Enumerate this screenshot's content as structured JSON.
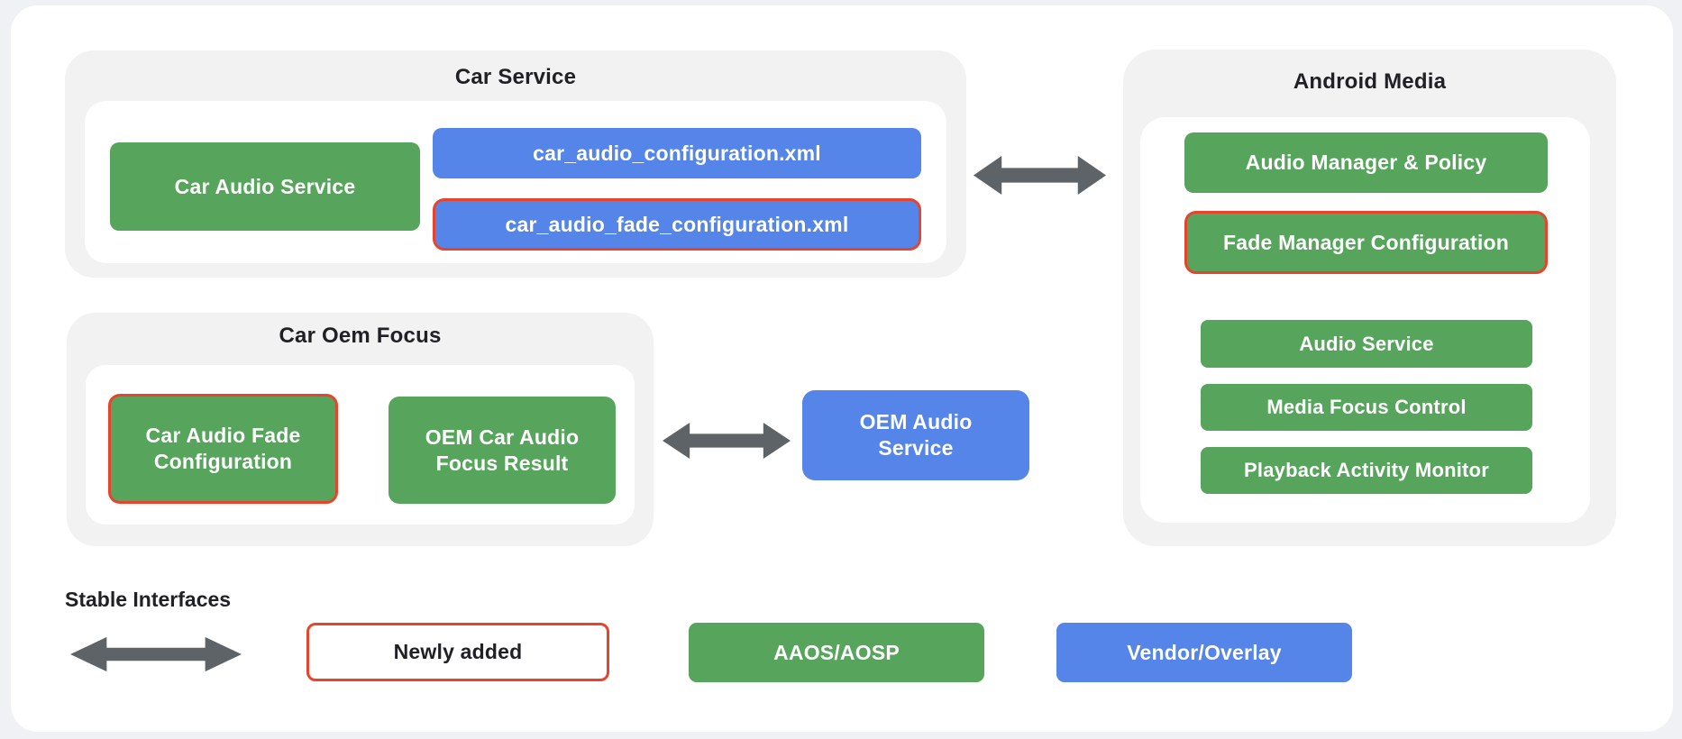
{
  "palette": {
    "page-bg": "#F0F1F4",
    "canvas-bg": "#FFFFFF",
    "group-bg": "#F2F2F3",
    "inner-bg": "#FFFFFF",
    "aaos-green": "#57A55C",
    "vendor-blue": "#5585E8",
    "newly-added-red": "#E8432C",
    "arrow-gray": "#5E6368",
    "heading-text": "#202124",
    "box-text": "#FFFFFF"
  },
  "diagram": {
    "car_service": {
      "title": "Car Service",
      "car_audio_service": "Car Audio Service",
      "car_audio_configuration": "car_audio_configuration.xml",
      "car_audio_fade_configuration": "car_audio_fade_configuration.xml"
    },
    "android_media": {
      "title": "Android Media",
      "audio_manager_policy": "Audio Manager & Policy",
      "fade_manager_configuration": "Fade Manager Configuration",
      "audio_service": "Audio Service",
      "media_focus_control": "Media Focus Control",
      "playback_activity_monitor": "Playback Activity Monitor"
    },
    "car_oem_focus": {
      "title": "Car Oem Focus",
      "car_audio_fade_configuration": "Car Audio Fade Configuration",
      "oem_car_audio_focus_result": "OEM Car Audio Focus Result"
    },
    "oem_audio_service": "OEM Audio Service"
  },
  "legend": {
    "stable_interfaces": "Stable Interfaces",
    "newly_added": "Newly added",
    "aaos_aosp": "AAOS/AOSP",
    "vendor_overlay": "Vendor/Overlay"
  }
}
